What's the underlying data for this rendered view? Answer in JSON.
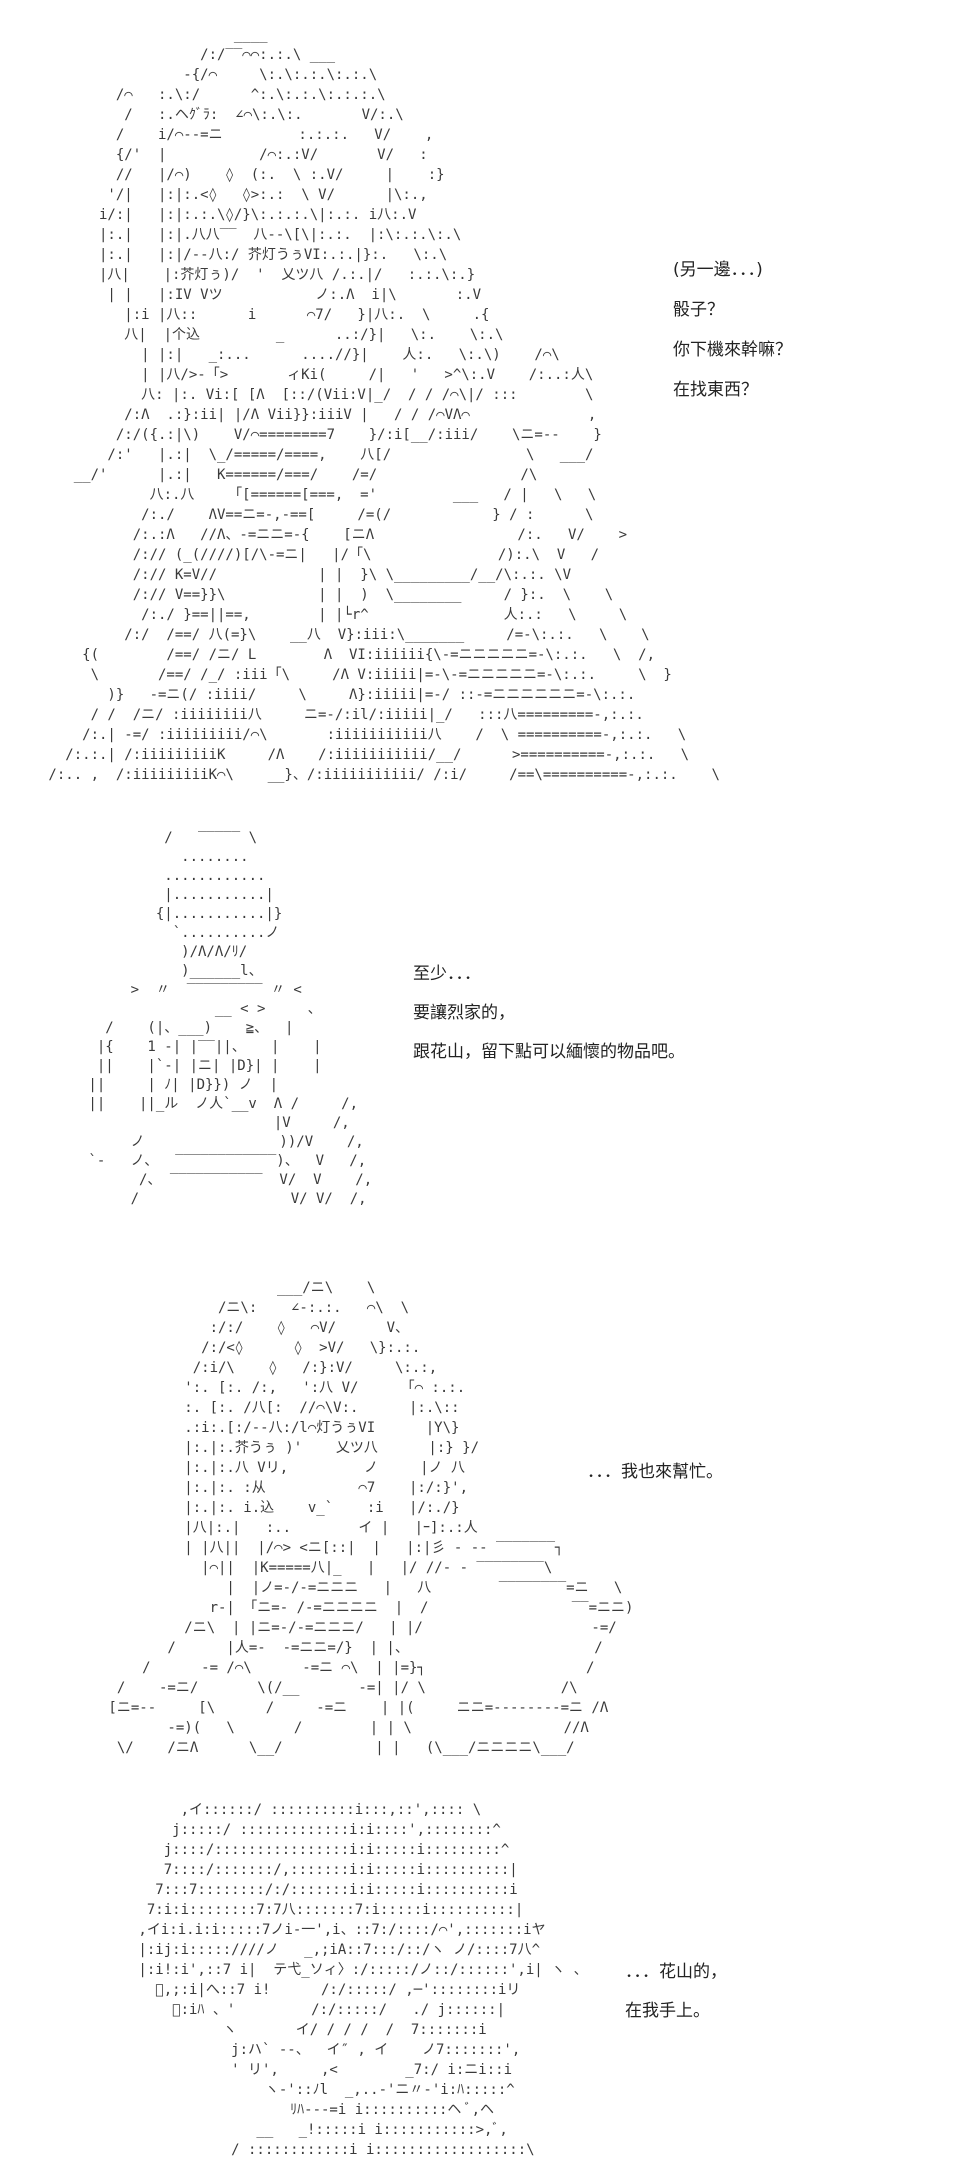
{
  "page": {
    "background_color": "#ffffff",
    "text_color": "#222222"
  },
  "panels": [
    {
      "art": [
        "                       ____",
        "                   /:/‾‾⌒⌒:.:.\\ ___",
        "                 -{/⌒     \\:.\\:.:.\\:.:.\\",
        "         /⌒   :.\\:/      ^:.\\:.:.\\:.:.:.\\",
        "          /   :.ヘｸﾞﾗ:  ∠⌒\\:.\\:.       V/:.\\",
        "         /    i/⌒‐‐=ニ         :.:.:.   V/    ,",
        "         {/'  |           /⌒:.:V/       V/   :",
        "         //   |/⌒)    ◊  (:.  \\ :.V/     |    :}",
        "        '/|   |:|:.<◊   ◊>:.:  \\ V/      |\\:.,",
        "       i/:|   |:|:.:.\\◊/}\\:.:.:.\\|:.:. i八:.V",
        "       |:.|   |:|.八八‾‾  八‐‐\\[\\|:.:.  |:\\:.:.\\:.\\",
        "       |:.|   |:|/‐‐八:/ 芥灯うぅVI:.:.|}:.   \\:.\\",
        "       |八|    |:芥灯ぅ)/  '  乂ツ八 /.:.|/   :.:.\\:.}",
        "        | |   |:IV Vツ           ノ:.Λ  i|\\       :.V",
        "          |:i |八::      i      ⌒7/   }|八:.  \\     .{",
        "          八|  |个込         _      ..:/}|   \\:.    \\:.\\",
        "            | |:|   _:...      ....//}|    人:.   \\:.\\)    /⌒\\",
        "            | |八/>‐「>       ィKi(     /|   '   >^\\:.V    /:..:人\\",
        "            八: |:. Vi:[ [Λ  [::/(Vii:V|_/  / / /⌒\\|/ :::        \\",
        "          /:Λ  .:}:ii| |/Λ Vii}}:iiiV |   / / /⌒VΛ⌒              ,",
        "         /:/({.:|\\)    V/⌒========7    }/:i[__/:iii/    \\ニ=‐‐    }",
        "        /:'   |.:|  \\_/=====/====,    八[/                \\   ___/",
        "    __/'      |.:|   K======/===/    /=/                 /\\",
        "             八:.八    「[======[===,  ='         ___   / |   \\   \\",
        "            /:./    ΛV==ニ=‐,‐==[     /=(/            } / :      \\",
        "           /:.:Λ   //Λ、-=ニニ=‐{    [ニΛ                 /:.   V/    >",
        "           /:// (_(////)[/\\-=ニ|   |/「\\               /):.\\  V   /",
        "           /:// K=V//            | |  }\\ \\_________/__/\\:.:. \\V",
        "           /:// V==}}\\           | |  )  \\________     / }:.  \\    \\",
        "            /:./ }==||==,        | |└r^                人:.:   \\     \\",
        "          /:/  /==/ 八(=}\\    __八  V}:iii:\\_______     /=‐\\:.:.   \\    \\",
        "     {(        /==/ /ニ/ L        Λ  VI:iiiiii{\\-=ニニニニニ=-\\:.:.   \\  /,",
        "      \\       /==/ /_/ :iii「\\     /Λ V:iiiii|=-\\-=ニニニニニ=-\\:.:.     \\  }",
        "        )}   -=ニ(/ :iiii/     \\     Λ}:iiiii|=-/ ::-=ニニニニニニ=-\\:.:.",
        "      / /  /ニ/ :iiiiiiii八     ニ=‐/:il/:iiiii|_/   :::八=========‐,:.:.",
        "     /:.| -=/ :iiiiiiiii/⌒\\       :iiiiiiiiiii八    /  \\ ==========‐,:.:.   \\",
        "   /:.:.| /:iiiiiiiiiK     /Λ    /:iiiiiiiiiii/__/      >==========‐,:.:.   \\",
        " /:.. ,  /:iiiiiiiiiK⌒\\    __}、/:iiiiiiiiiii/ /:i/     /==\\==========‐,:.:.    \\"
      ],
      "dialogue": [
        "(另一邊．．．)",
        "骰子？",
        "你下機來幹嘛？",
        "在找東西？"
      ]
    },
    {
      "art": [
        "          /   ‾‾‾‾‾ \\",
        "            ........",
        "          ............",
        "          |...........|",
        "         {|...........|}",
        "           `..........ノ",
        "            )/Λ/Λ/ﾘ/",
        "            )______l、",
        "      >  〃  ‾‾‾‾‾‾‾‾‾ 〃 <",
        "                __ < >     、",
        "   /    (|、___)    ≧、  |",
        "  |{    1 -| |‾‾||、   |    |",
        "  ||    |`‐| |ニ| |D}| |    |",
        " ||     | ﾉ| |D}}) ノ  |",
        " ||    ||_ル  ノ人`__v  Λ /     /,",
        "                       |V     /,",
        "      ノ                ))/V    /,",
        " `‐   ノ、  ‾‾‾‾‾‾‾‾‾‾‾‾)、  V   /,",
        "       /、 ‾‾‾‾‾‾‾‾‾‾‾  V/  V    /,",
        "      /                  V/ V/  /,"
      ],
      "dialogue": [
        "至少．．．",
        "要讓烈家的，",
        "跟花山，留下點可以緬懷的物品吧。"
      ]
    },
    {
      "art": [
        "                     ___/ニ\\    \\",
        "              /ニ\\:    ∠‐:.:.   ⌒\\  \\",
        "             :/:/    ◊   ⌒V/      V、",
        "            /:/<◊      ◊  >V/   \\}:.:.",
        "           /:i/\\    ◊   /:}:V/     \\:.:,",
        "          ':. [:. /:,   ':八 V/     「⌒ :.:.",
        "          :. [:. /八[:  //⌒\\V:.      |:.\\::",
        "          .:i:.[:/‐‐八:/l⌒灯うぅVI      |Y\\}",
        "          |:.|:.芥うぅ )'    乂ツ八      |:} }/",
        "          |:.|:.八 Vリ,         ノ     |ノ 八",
        "          |:.|:. :从           ⌒7    |:/:}',",
        "          |:.|:. i.込    v_`    :i   |/:./}",
        "          |八|:.|   :..        イ |   |ｰ]:.:人",
        "          | |八||  |/⌒> <ニ[::|  |   |:|彡 ‐ ‐‐ ‾‾‾‾‾‾‾┐",
        "            |⌒||  |K=====八|_   |   |/ //‐ ‐ ‾‾‾‾‾‾‾‾\\",
        "               |  |ノ=‐/‐=ニニニ   |   八        ‾‾‾‾‾‾‾‾=ニ   \\",
        "             r‐| 「ニ=‐ /‐=ニニニニ  |  /                 ‾‾=ニニ)",
        "          /ニ\\  | |ニ=‐/‐=ニニニ/   | |/                    ‐=/",
        "        /      |人=‐  ‐=ニニ=/}  | |、                      /",
        "     /      -= /⌒\\      ‐=ニ ⌒\\  | |=}┐                   /",
        "  /    ‐=ニ/       \\(/__       ‐=| |/ \\                /\\",
        " [ニ=‐‐     [\\      /     ‐=ニ    | |(     ニニ=‐‐‐‐‐‐‐‐=ニ /Λ",
        "        ‐=)(   \\       /        | | \\                  //Λ",
        "  \\/    /ニΛ      \\__/           | |   (\\___/ニニニニ\\___/"
      ],
      "dialogue": [
        "．．．我也來幫忙。"
      ]
    },
    {
      "art": [
        "      ,イ::::::/ ::::::::::i:::,::',:::: \\",
        "     j:::::/ :::::::::::::i:i::::',::::::::^",
        "    j::::/::::::::::::::::i:i:::::i:::::::::^",
        "    7::::/:::::::/,:::::::i:i:::::i::::::::::|",
        "   7:::7::::::::/:/:::::::i:i:::::i::::::::::i",
        "  7:i:i::::::::7:7八:::::::7:i:::::i::::::::::|",
        " ,イi:i.i:i:::::7ノi‐一',i、::7:/::::/⌒',:::::::iヤ",
        " |:ij:i:::::////ノ   _,;iA::7:::/::/ヽ ノ/::::7八^",
        " |:i!:i',::7 i|  テ弋_ソィ〉:/:::::/ノ::/::::::',i| ヽ 、",
        "   ﾞ,;:i|へ::7 i!      /:/:::::/ ,─'::::::::iリ",
        "     ﾞ:iﾊ 、'         /:/:::::/   ./ j::::::|",
        "           ヽ       イ/ / / /  /  7:::::::i",
        "            j:ハ` ‐‐、  イ″ , イ    ノ7:::::::',",
        "            ' リ',     ,<        _7:/ i:ニi::i",
        "                ヽ‐'::ﾉl  _,..‐'ニ〃‐'i:ﾊ:::::^",
        "                   ﾘﾊ‐‐‐=i i::::::::::ヘ ﾞ,ヘ",
        "               __   _!:::::i i:::::::::::>,ﾞ,",
        "            / ::::::::::::i i::::::::::::::::::\\"
      ],
      "dialogue": [
        "．．．花山的，",
        "在我手上。"
      ]
    }
  ]
}
